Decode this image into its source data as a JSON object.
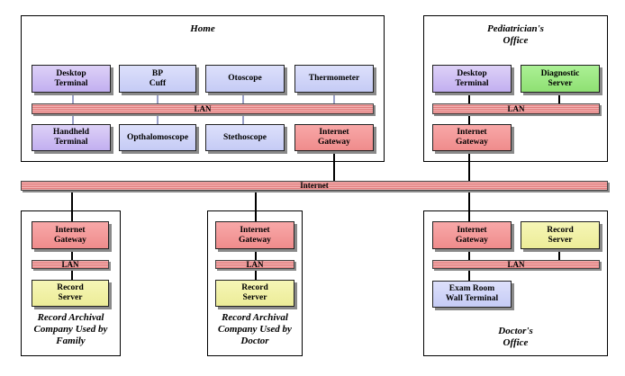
{
  "regions": {
    "home": {
      "title": "Home"
    },
    "pediatrician": {
      "title": "Pediatrician's\nOffice"
    },
    "archive_family": {
      "title": "Record Archival\nCompany Used by\nFamily"
    },
    "archive_doctor": {
      "title": "Record Archival\nCompany Used by\nDoctor"
    },
    "doctor": {
      "title": "Doctor's\nOffice"
    }
  },
  "nodes": {
    "home_desktop": "Desktop\nTerminal",
    "home_bp": "BP\nCuff",
    "home_otoscope": "Otoscope",
    "home_thermometer": "Thermometer",
    "home_handheld": "Handheld\nTerminal",
    "home_opthalmoscope": "Opthalomoscope",
    "home_stethoscope": "Stethoscope",
    "home_gateway": "Internet\nGateway",
    "ped_desktop": "Desktop\nTerminal",
    "ped_diagnostic": "Diagnostic\nServer",
    "ped_gateway": "Internet\nGateway",
    "fam_gateway": "Internet\nGateway",
    "fam_server": "Record\nServer",
    "doc_arch_gateway": "Internet\nGateway",
    "doc_arch_server": "Record\nServer",
    "doc_gateway": "Internet\nGateway",
    "doc_server": "Record\nServer",
    "doc_exam": "Exam Room\nWall Terminal"
  },
  "networks": {
    "internet": "Internet",
    "home_lan": "LAN",
    "ped_lan": "LAN",
    "fam_lan": "LAN",
    "doc_arch_lan": "LAN",
    "doc_lan": "LAN"
  },
  "colors": {
    "terminal": "#c9b7f2",
    "device": "#cdd2f7",
    "gateway": "#f29a9a",
    "diagnostic_server": "#98e57d",
    "record_server": "#f0f0a4",
    "network_bar": "#e8908f"
  }
}
